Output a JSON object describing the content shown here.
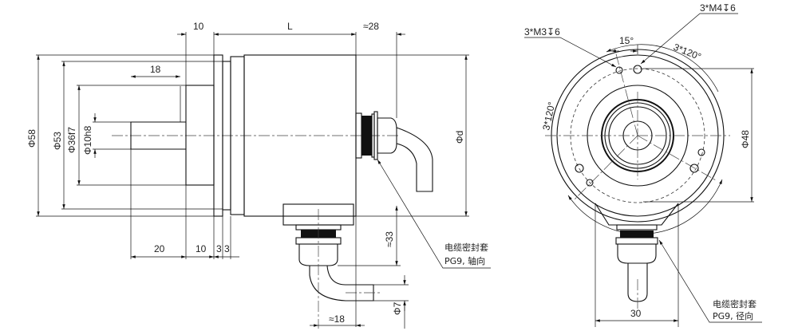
{
  "side_view": {
    "dim_flange": "10",
    "dim_length": "L",
    "dim_gland_axial": "≈28",
    "dim_shaft_len": "18",
    "dia_outer": "Φ58",
    "dia_flange": "Φ53",
    "dia_spigot": "Φ36f7",
    "dia_shaft": "Φ10h8",
    "dia_body": "Φd",
    "dim_bottom_20": "20",
    "dim_bottom_10": "10",
    "dim_bottom_3a": "3",
    "dim_bottom_3b": "3",
    "dim_gland_radial_height": "≈33",
    "dim_cable_dia": "Φ7",
    "dim_cable_offset": "≈18",
    "callout_line1": "电缆密封套",
    "callout_line2": "PG9, 轴向"
  },
  "front_view": {
    "hole_m3": "3*M3↧6",
    "hole_m4": "3*M4↧6",
    "angle_offset": "15°",
    "angle_pattern_right": "3*120°",
    "angle_pattern_left": "3*120°",
    "dia_bolt_circle": "Φ48",
    "dim_width": "30",
    "callout_line1": "电缆密封套",
    "callout_line2": "PG9, 径向"
  }
}
